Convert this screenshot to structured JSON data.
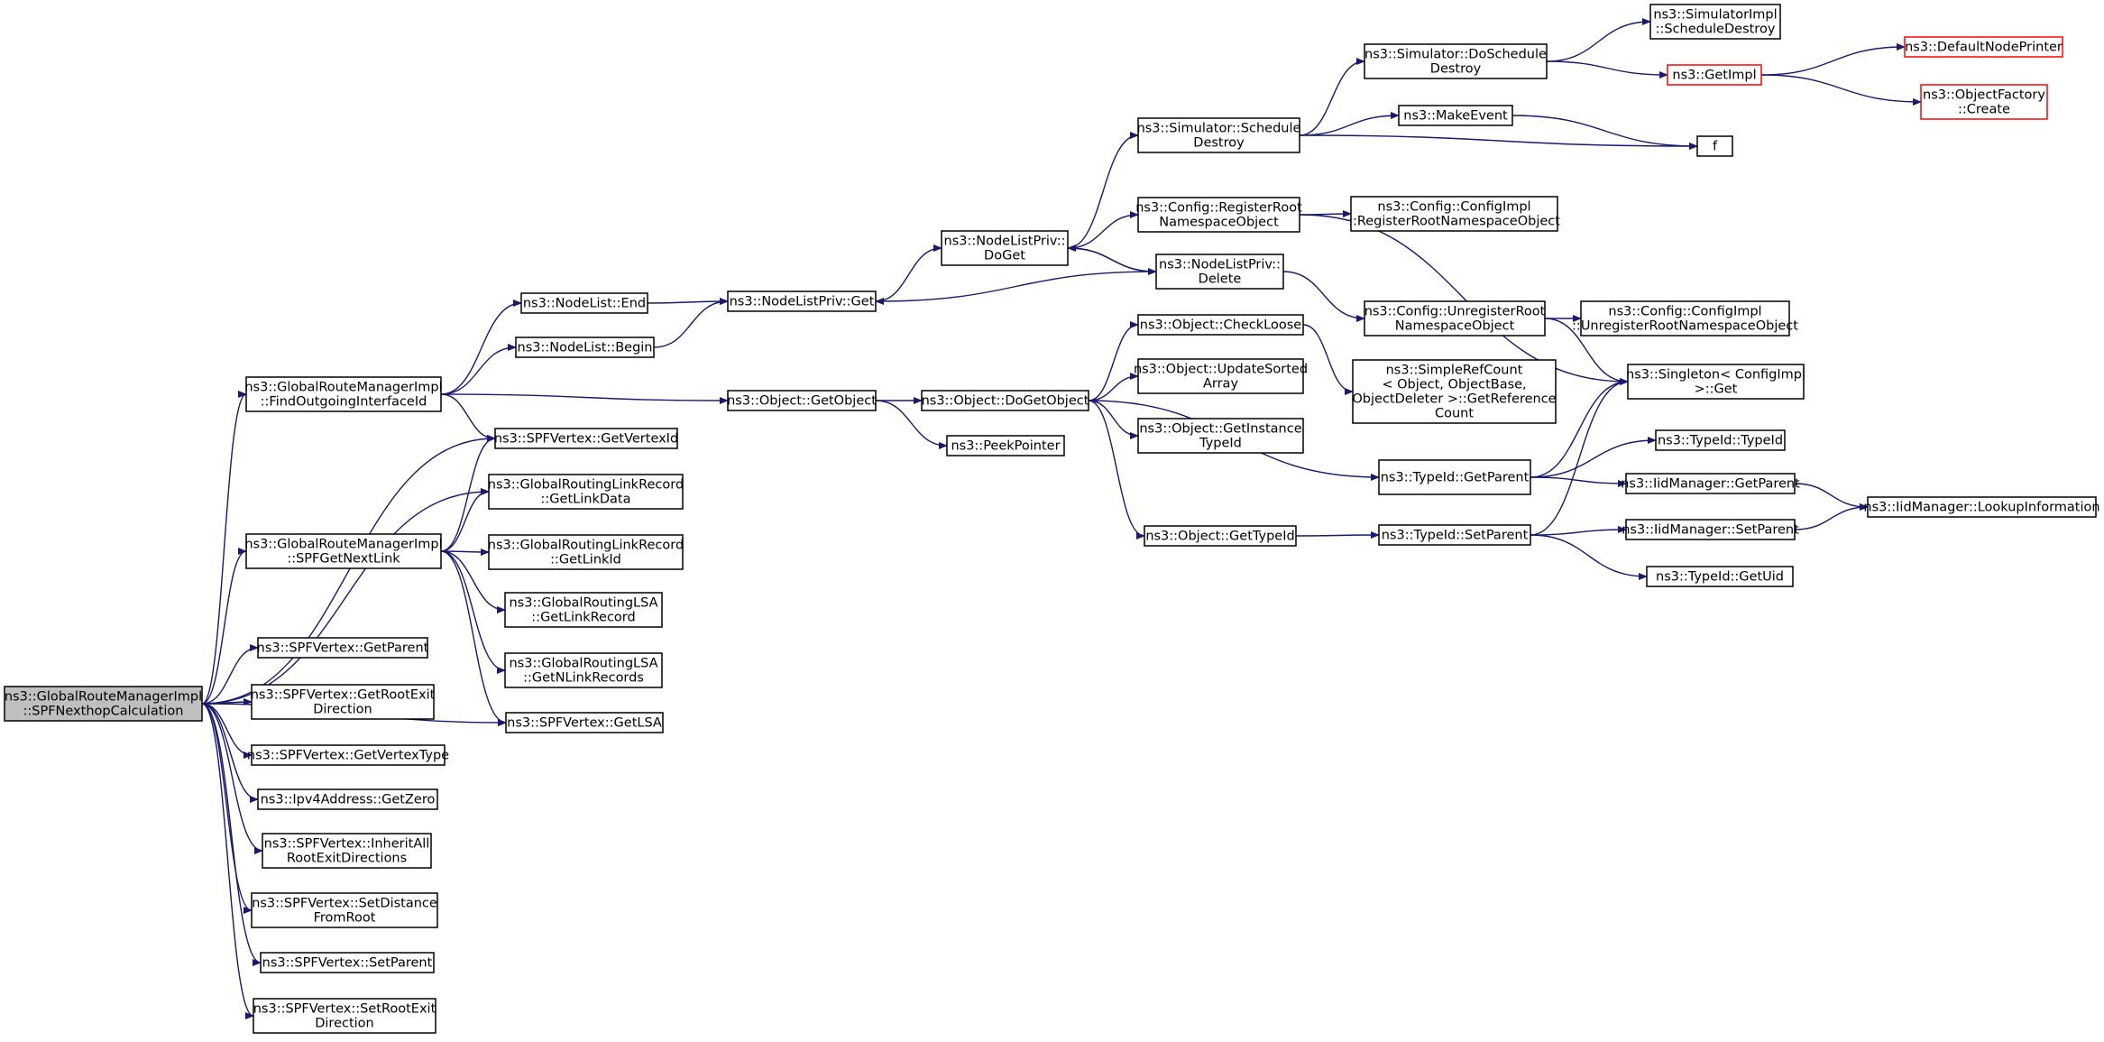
{
  "nodes": [
    {
      "id": "root",
      "lines": [
        "ns3::GlobalRouteManagerImpl",
        "::SPFNexthopCalculation"
      ],
      "style": "root"
    },
    {
      "id": "find_out",
      "lines": [
        "ns3::GlobalRouteManagerImpl",
        "::FindOutgoingInterfaceId"
      ],
      "style": "normal"
    },
    {
      "id": "spf_next",
      "lines": [
        "ns3::GlobalRouteManagerImpl",
        "::SPFGetNextLink"
      ],
      "style": "normal"
    },
    {
      "id": "getparent",
      "lines": [
        "ns3::SPFVertex::GetParent"
      ],
      "style": "normal"
    },
    {
      "id": "getrootexit",
      "lines": [
        "ns3::SPFVertex::GetRootExit",
        "Direction"
      ],
      "style": "normal"
    },
    {
      "id": "getvtype",
      "lines": [
        "ns3::SPFVertex::GetVertexType"
      ],
      "style": "normal"
    },
    {
      "id": "getzero",
      "lines": [
        "ns3::Ipv4Address::GetZero"
      ],
      "style": "normal"
    },
    {
      "id": "inherit",
      "lines": [
        "ns3::SPFVertex::InheritAll",
        "RootExitDirections"
      ],
      "style": "normal"
    },
    {
      "id": "setdist",
      "lines": [
        "ns3::SPFVertex::SetDistance",
        "FromRoot"
      ],
      "style": "normal"
    },
    {
      "id": "setparent_v",
      "lines": [
        "ns3::SPFVertex::SetParent"
      ],
      "style": "normal"
    },
    {
      "id": "setrootexit",
      "lines": [
        "ns3::SPFVertex::SetRootExit",
        "Direction"
      ],
      "style": "normal"
    },
    {
      "id": "nl_end",
      "lines": [
        "ns3::NodeList::End"
      ],
      "style": "normal"
    },
    {
      "id": "nl_begin",
      "lines": [
        "ns3::NodeList::Begin"
      ],
      "style": "normal"
    },
    {
      "id": "getvid",
      "lines": [
        "ns3::SPFVertex::GetVertexId"
      ],
      "style": "normal"
    },
    {
      "id": "glinkdata",
      "lines": [
        "ns3::GlobalRoutingLinkRecord",
        "::GetLinkData"
      ],
      "style": "normal"
    },
    {
      "id": "glinkid",
      "lines": [
        "ns3::GlobalRoutingLinkRecord",
        "::GetLinkId"
      ],
      "style": "normal"
    },
    {
      "id": "glsa_rec",
      "lines": [
        "ns3::GlobalRoutingLSA",
        "::GetLinkRecord"
      ],
      "style": "normal"
    },
    {
      "id": "glsa_n",
      "lines": [
        "ns3::GlobalRoutingLSA",
        "::GetNLinkRecords"
      ],
      "style": "normal"
    },
    {
      "id": "getlsa",
      "lines": [
        "ns3::SPFVertex::GetLSA"
      ],
      "style": "normal"
    },
    {
      "id": "nlp_get",
      "lines": [
        "ns3::NodeListPriv::Get"
      ],
      "style": "normal"
    },
    {
      "id": "obj_getobj",
      "lines": [
        "ns3::Object::GetObject"
      ],
      "style": "normal"
    },
    {
      "id": "nlp_doget",
      "lines": [
        "ns3::NodeListPriv::",
        "DoGet"
      ],
      "style": "normal"
    },
    {
      "id": "obj_dogetobj",
      "lines": [
        "ns3::Object::DoGetObject"
      ],
      "style": "normal"
    },
    {
      "id": "peek",
      "lines": [
        "ns3::PeekPointer"
      ],
      "style": "normal"
    },
    {
      "id": "sim_sched",
      "lines": [
        "ns3::Simulator::Schedule",
        "Destroy"
      ],
      "style": "normal"
    },
    {
      "id": "cfg_reg",
      "lines": [
        "ns3::Config::RegisterRoot",
        "NamespaceObject"
      ],
      "style": "normal"
    },
    {
      "id": "nlp_del",
      "lines": [
        "ns3::NodeListPriv::",
        "Delete"
      ],
      "style": "normal"
    },
    {
      "id": "obj_check",
      "lines": [
        "ns3::Object::CheckLoose"
      ],
      "style": "normal"
    },
    {
      "id": "obj_upd",
      "lines": [
        "ns3::Object::UpdateSorted",
        "Array"
      ],
      "style": "normal"
    },
    {
      "id": "obj_inst",
      "lines": [
        "ns3::Object::GetInstance",
        "TypeId"
      ],
      "style": "normal"
    },
    {
      "id": "obj_gettid",
      "lines": [
        "ns3::Object::GetTypeId"
      ],
      "style": "normal"
    },
    {
      "id": "sim_dosched",
      "lines": [
        "ns3::Simulator::DoSchedule",
        "Destroy"
      ],
      "style": "normal"
    },
    {
      "id": "makeevent",
      "lines": [
        "ns3::MakeEvent"
      ],
      "style": "normal"
    },
    {
      "id": "cfg_impl_reg",
      "lines": [
        "ns3::Config::ConfigImpl",
        "::RegisterRootNamespaceObject"
      ],
      "style": "normal"
    },
    {
      "id": "cfg_unreg",
      "lines": [
        "ns3::Config::UnregisterRoot",
        "NamespaceObject"
      ],
      "style": "normal"
    },
    {
      "id": "simplerc",
      "lines": [
        "ns3::SimpleRefCount",
        "< Object, ObjectBase,",
        "ObjectDeleter >::GetReference",
        "Count"
      ],
      "style": "normal"
    },
    {
      "id": "tid_getparent",
      "lines": [
        "ns3::TypeId::GetParent"
      ],
      "style": "normal"
    },
    {
      "id": "tid_setparent",
      "lines": [
        "ns3::TypeId::SetParent"
      ],
      "style": "normal"
    },
    {
      "id": "simimpl_sd",
      "lines": [
        "ns3::SimulatorImpl",
        "::ScheduleDestroy"
      ],
      "style": "normal"
    },
    {
      "id": "getimpl",
      "lines": [
        "ns3::GetImpl"
      ],
      "style": "red"
    },
    {
      "id": "f",
      "lines": [
        "f"
      ],
      "style": "normal"
    },
    {
      "id": "cfg_impl_unreg",
      "lines": [
        "ns3::Config::ConfigImpl",
        "::UnregisterRootNamespaceObject"
      ],
      "style": "normal"
    },
    {
      "id": "singleton",
      "lines": [
        "ns3::Singleton< ConfigImpl",
        " >::Get"
      ],
      "style": "normal"
    },
    {
      "id": "tid_typeid",
      "lines": [
        "ns3::TypeId::TypeId"
      ],
      "style": "normal"
    },
    {
      "id": "iid_getparent",
      "lines": [
        "ns3::IidManager::GetParent"
      ],
      "style": "normal"
    },
    {
      "id": "iid_setparent",
      "lines": [
        "ns3::IidManager::SetParent"
      ],
      "style": "normal"
    },
    {
      "id": "tid_getuid",
      "lines": [
        "ns3::TypeId::GetUid"
      ],
      "style": "normal"
    },
    {
      "id": "defnodeprinter",
      "lines": [
        "ns3::DefaultNodePrinter"
      ],
      "style": "red"
    },
    {
      "id": "objfactory",
      "lines": [
        "ns3::ObjectFactory",
        "::Create"
      ],
      "style": "red"
    },
    {
      "id": "iid_lookup",
      "lines": [
        "ns3::IidManager::LookupInformation"
      ],
      "style": "normal"
    }
  ],
  "edges": [
    [
      "root",
      "find_out"
    ],
    [
      "root",
      "spf_next"
    ],
    [
      "root",
      "getvid"
    ],
    [
      "root",
      "glinkdata"
    ],
    [
      "root",
      "getlsa"
    ],
    [
      "root",
      "getparent"
    ],
    [
      "root",
      "getrootexit"
    ],
    [
      "root",
      "getvtype"
    ],
    [
      "root",
      "getzero"
    ],
    [
      "root",
      "inherit"
    ],
    [
      "root",
      "setdist"
    ],
    [
      "root",
      "setparent_v"
    ],
    [
      "root",
      "setrootexit"
    ],
    [
      "find_out",
      "nl_end"
    ],
    [
      "find_out",
      "nl_begin"
    ],
    [
      "find_out",
      "obj_getobj"
    ],
    [
      "find_out",
      "getvid"
    ],
    [
      "spf_next",
      "getvid"
    ],
    [
      "spf_next",
      "glinkdata"
    ],
    [
      "spf_next",
      "glinkid"
    ],
    [
      "spf_next",
      "glsa_rec"
    ],
    [
      "spf_next",
      "glsa_n"
    ],
    [
      "spf_next",
      "getlsa"
    ],
    [
      "nl_end",
      "nlp_get"
    ],
    [
      "nl_begin",
      "nlp_get"
    ],
    [
      "nlp_get",
      "nlp_doget"
    ],
    [
      "nlp_doget",
      "sim_sched"
    ],
    [
      "nlp_doget",
      "cfg_reg"
    ],
    [
      "nlp_doget",
      "nlp_del"
    ],
    [
      "nlp_del",
      "nlp_doget"
    ],
    [
      "nlp_del",
      "nlp_get"
    ],
    [
      "nlp_del",
      "cfg_unreg"
    ],
    [
      "obj_getobj",
      "obj_dogetobj"
    ],
    [
      "obj_getobj",
      "peek"
    ],
    [
      "obj_dogetobj",
      "obj_check"
    ],
    [
      "obj_dogetobj",
      "obj_upd"
    ],
    [
      "obj_dogetobj",
      "obj_inst"
    ],
    [
      "obj_dogetobj",
      "obj_gettid"
    ],
    [
      "obj_dogetobj",
      "tid_getparent"
    ],
    [
      "obj_check",
      "simplerc"
    ],
    [
      "obj_gettid",
      "tid_setparent"
    ],
    [
      "sim_sched",
      "sim_dosched"
    ],
    [
      "sim_sched",
      "makeevent"
    ],
    [
      "sim_sched",
      "f"
    ],
    [
      "sim_dosched",
      "simimpl_sd"
    ],
    [
      "sim_dosched",
      "getimpl"
    ],
    [
      "getimpl",
      "defnodeprinter"
    ],
    [
      "getimpl",
      "objfactory"
    ],
    [
      "makeevent",
      "f"
    ],
    [
      "cfg_reg",
      "cfg_impl_reg"
    ],
    [
      "cfg_reg",
      "singleton"
    ],
    [
      "cfg_unreg",
      "cfg_impl_unreg"
    ],
    [
      "cfg_unreg",
      "singleton"
    ],
    [
      "tid_getparent",
      "singleton"
    ],
    [
      "tid_getparent",
      "tid_typeid"
    ],
    [
      "tid_getparent",
      "iid_getparent"
    ],
    [
      "tid_setparent",
      "singleton"
    ],
    [
      "tid_setparent",
      "iid_setparent"
    ],
    [
      "tid_setparent",
      "tid_getuid"
    ],
    [
      "iid_getparent",
      "iid_lookup"
    ],
    [
      "iid_setparent",
      "iid_lookup"
    ]
  ]
}
